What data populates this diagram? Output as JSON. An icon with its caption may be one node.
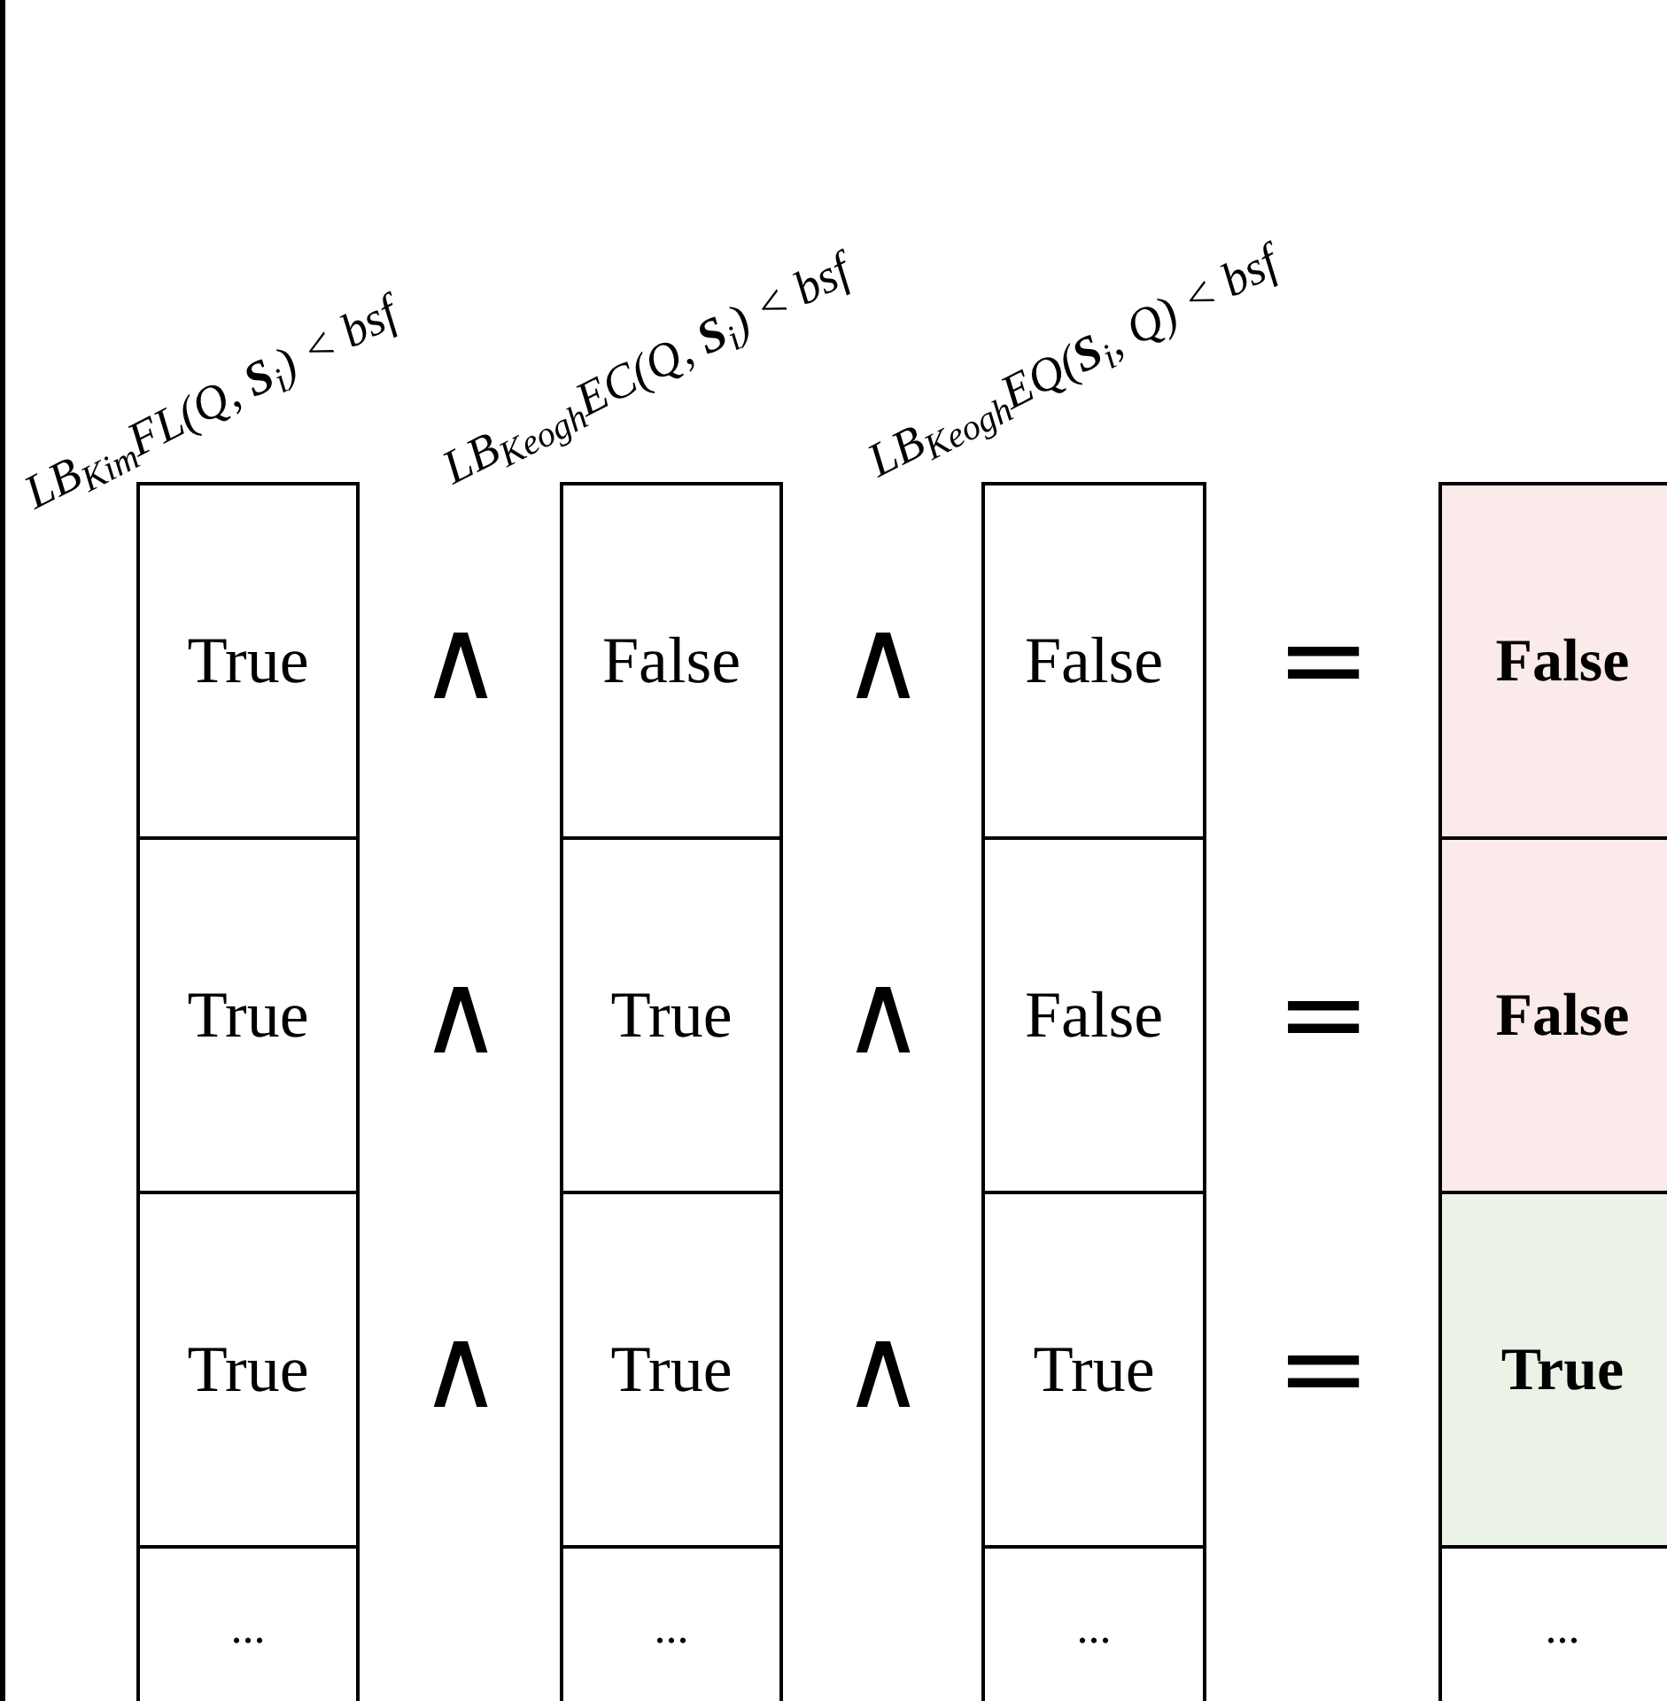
{
  "diagram": {
    "nodes": [
      {
        "text": [
          "True"
        ]
      },
      {
        "text": [
          "False"
        ]
      },
      {
        "text": [
          "False"
        ]
      },
      {
        "text": [
          "False"
        ]
      },
      {
        "text": [
          "True"
        ]
      },
      {
        "text": [
          "True"
        ]
      },
      {
        "text": [
          "False"
        ]
      },
      {
        "text": [
          "False"
        ]
      },
      {
        "text": [
          "True"
        ]
      },
      {
        "text": [
          "True"
        ]
      },
      {
        "text": [
          "True"
        ]
      },
      {
        "text": [
          "True"
        ]
      },
      {
        "text": [
          "..."
        ]
      },
      {
        "text": [
          "..."
        ]
      },
      {
        "text": [
          "..."
        ]
      },
      {
        "text": [
          "..."
        ]
      }
    ],
    "labels": [
      "LB$_{Kim}$FL(Q, **S**$_{i}$) < bsf",
      "LB$_{Keogh}$EC(Q, **S**$_{i}$) < bsf",
      "LB$_{Keogh}$EQ(**S**$_{i}$, Q) < bsf",
      "∧",
      "∧",
      "=",
      "∧",
      "∧",
      "=",
      "∧",
      "∧",
      "="
    ]
  }
}
